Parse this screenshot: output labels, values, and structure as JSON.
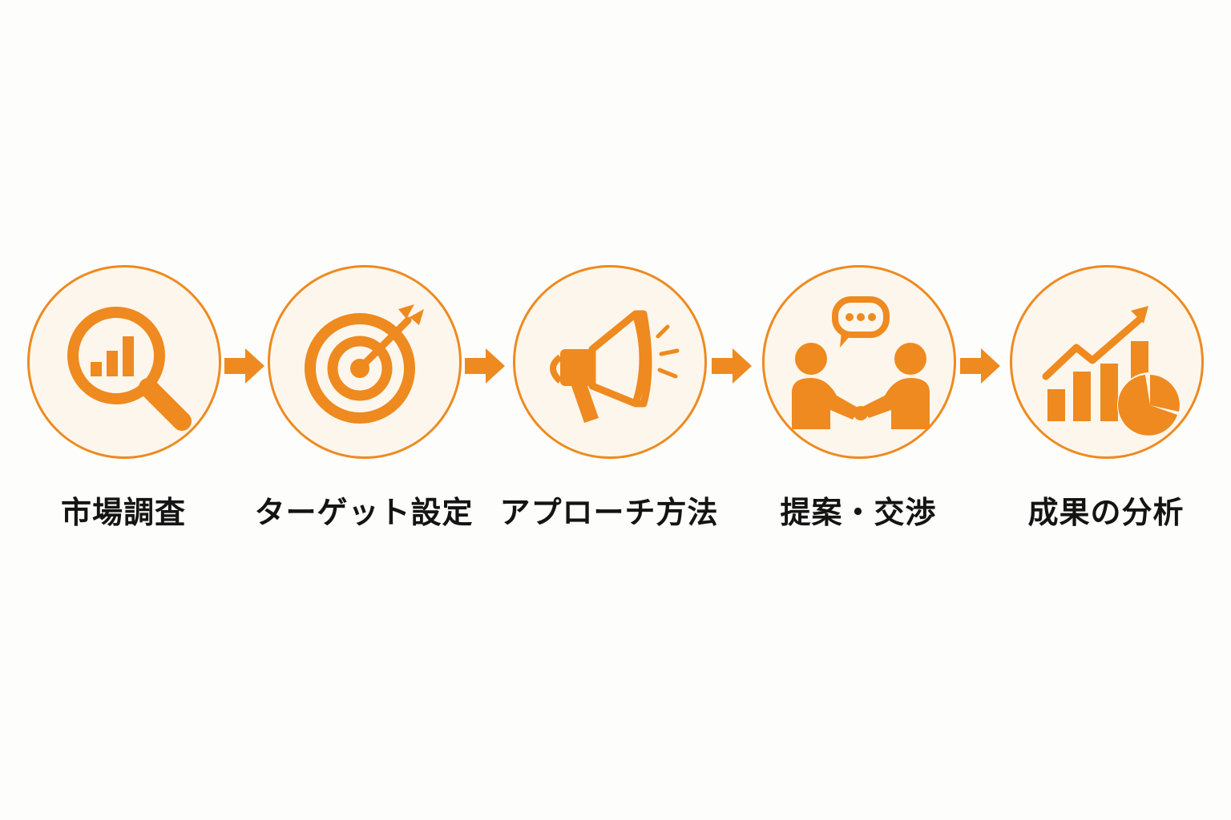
{
  "colors": {
    "accent": "#ee8a1f",
    "circle_fill": "#fdf6ec",
    "label_text": "#141414",
    "background": "#fdfdfc"
  },
  "steps": [
    {
      "label": "市場調査",
      "icon": "magnifier-bar-chart-icon"
    },
    {
      "label": "ターゲット設定",
      "icon": "target-arrow-icon"
    },
    {
      "label": "アプローチ方法",
      "icon": "megaphone-icon"
    },
    {
      "label": "提案・交渉",
      "icon": "handshake-speech-icon"
    },
    {
      "label": "成果の分析",
      "icon": "growth-chart-pie-icon"
    }
  ]
}
